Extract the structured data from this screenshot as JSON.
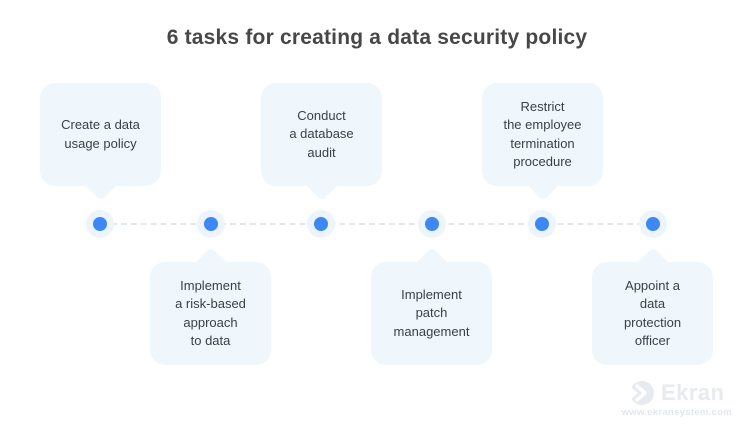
{
  "title": "6 tasks for creating a data security policy",
  "tasks": [
    {
      "id": 1,
      "position": "top",
      "label": "Create a data\nusage policy"
    },
    {
      "id": 2,
      "position": "bottom",
      "label": "Implement\na risk-based\napproach\nto data"
    },
    {
      "id": 3,
      "position": "top",
      "label": "Conduct\na database\naudit"
    },
    {
      "id": 4,
      "position": "bottom",
      "label": "Implement\npatch\nmanagement"
    },
    {
      "id": 5,
      "position": "top",
      "label": "Restrict\nthe employee\ntermination\nprocedure"
    },
    {
      "id": 6,
      "position": "bottom",
      "label": "Appoint a\ndata\nprotection\nofficer"
    }
  ],
  "timeline": {
    "dot_count": 6,
    "dot_color": "#3f87f5",
    "dot_halo_color": "#ecf5fd",
    "line_color": "#e4e7ea",
    "line_style": "dashed"
  },
  "colors": {
    "background": "#ffffff",
    "bubble_fill": "#eff7fc",
    "title_text": "#474747",
    "body_text": "#3c4046",
    "logo_gray": "#e7eaef"
  },
  "branding": {
    "name": "Ekran",
    "website": "www.ekransystem.com"
  }
}
